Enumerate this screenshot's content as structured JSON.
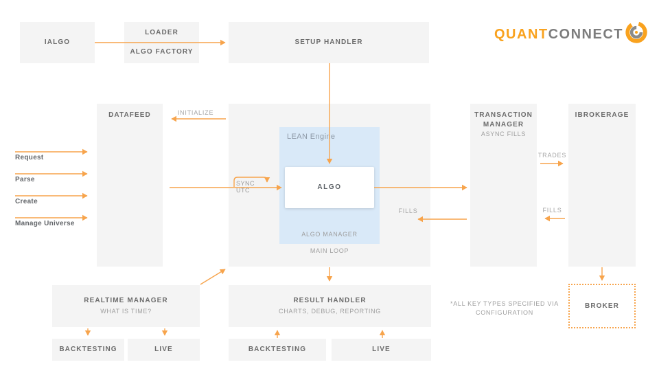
{
  "logo": {
    "brand_orange": "QUANT",
    "brand_gray": "CONNECT"
  },
  "boxes": {
    "ialgo": "IALGO",
    "loader": "LOADER",
    "algo_factory": "ALGO FACTORY",
    "setup_handler": "SETUP HANDLER",
    "datafeed": "DATAFEED",
    "lean_engine": "LEAN Engine",
    "algo": "ALGO",
    "algo_manager": "ALGO MANAGER",
    "main_loop": "MAIN LOOP",
    "transaction_manager": "TRANSACTION MANAGER",
    "transaction_manager_sub": "ASYNC FILLS",
    "ibrokerage": "IBROKERAGE",
    "realtime_manager": "REALTIME MANAGER",
    "realtime_manager_sub": "WHAT IS TIME?",
    "backtesting_left": "BACKTESTING",
    "live_left": "LIVE",
    "result_handler": "RESULT HANDLER",
    "result_handler_sub": "CHARTS, DEBUG, REPORTING",
    "backtesting_right": "BACKTESTING",
    "live_right": "LIVE",
    "broker": "BROKER"
  },
  "labels": {
    "initialize": "INITIALIZE",
    "sync_utc": "SYNC UTC",
    "fills_center": "FILLS",
    "trades": "TRADES",
    "fills_right": "FILLS",
    "request": "Request",
    "parse": "Parse",
    "create": "Create",
    "manage_universe": "Manage Universe",
    "note_line1": "*ALL KEY TYPES SPECIFIED VIA",
    "note_line2": "CONFIGURATION"
  },
  "colors": {
    "accent_orange": "#F7A44C",
    "logo_orange": "#F9A21E",
    "logo_gray": "#7D7D7D",
    "box_gray": "#F4F4F4",
    "engine_blue": "#D9E9F8",
    "title_gray": "#6B6B6B",
    "subtitle_gray": "#9E9E9E"
  }
}
